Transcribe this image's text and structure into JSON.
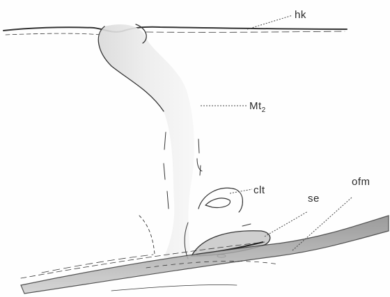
{
  "figure": {
    "labels": {
      "hk": "hk",
      "mt_main": "Mt",
      "mt_sub": "2",
      "clt": "clt",
      "se": "se",
      "ofm": "ofm"
    }
  }
}
